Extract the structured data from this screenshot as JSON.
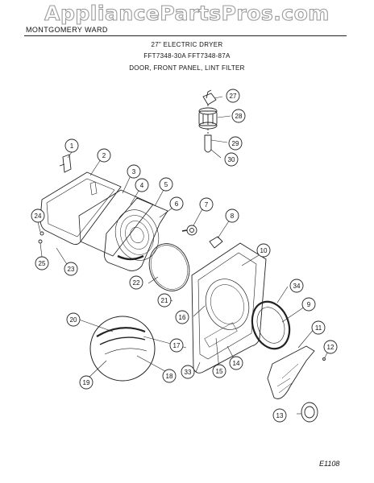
{
  "watermark": "AppliancePartsPros.com",
  "header": {
    "brand": "MONTGOMERY WARD",
    "title": "27\" ELECTRIC DRYER",
    "models": "FFT7348-30A    FFT7348-87A",
    "section": "DOOR, FRONT PANEL, LINT FILTER"
  },
  "callouts": [
    "1",
    "2",
    "3",
    "4",
    "5",
    "6",
    "7",
    "8",
    "9",
    "10",
    "11",
    "12",
    "13",
    "14",
    "15",
    "16",
    "17",
    "18",
    "19",
    "20",
    "21",
    "22",
    "23",
    "24",
    "25",
    "27",
    "28",
    "29",
    "30",
    "33",
    "34"
  ],
  "page_code": "E1108"
}
